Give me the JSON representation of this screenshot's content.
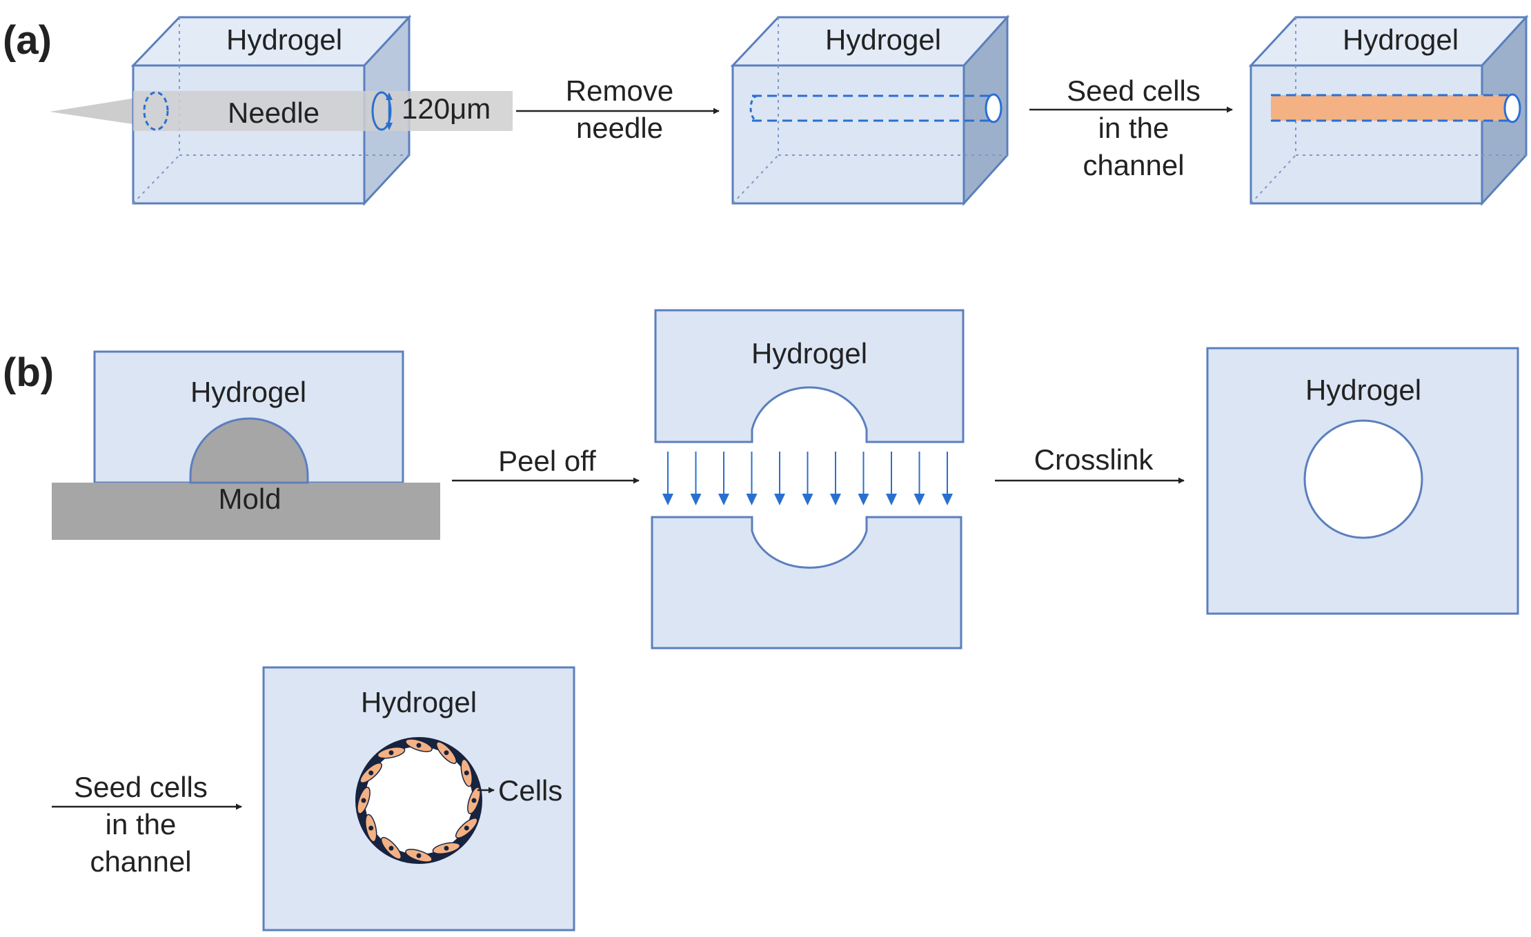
{
  "panel_a": {
    "label": "(a)",
    "cube1": {
      "title": "Hydrogel",
      "needle_label": "Needle",
      "dimension": "120μm"
    },
    "arrow1": {
      "line1": "Remove",
      "line2": "needle"
    },
    "cube2": {
      "title": "Hydrogel"
    },
    "arrow2": {
      "line1": "Seed cells",
      "line2": "in the",
      "line3": "channel"
    },
    "cube3": {
      "title": "Hydrogel"
    }
  },
  "panel_b": {
    "label": "(b)",
    "step1": {
      "title": "Hydrogel",
      "mold_label": "Mold"
    },
    "arrow1": {
      "label": "Peel off"
    },
    "step2": {
      "title": "Hydrogel"
    },
    "arrow2": {
      "label": "Crosslink"
    },
    "step3": {
      "title": "Hydrogel"
    },
    "arrow3": {
      "line1": "Seed cells",
      "line2": "in the",
      "line3": "channel"
    },
    "step4": {
      "title": "Hydrogel",
      "cells_label": "Cells"
    }
  },
  "colors": {
    "hydrogel_fill": "#dbe5f4",
    "hydrogel_side": "#9db0cb",
    "hydrogel_stroke": "#5b7fbd",
    "mold": "#a6a6a6",
    "cells": "#f4b183",
    "uv_arrow": "#2a6fd0"
  }
}
